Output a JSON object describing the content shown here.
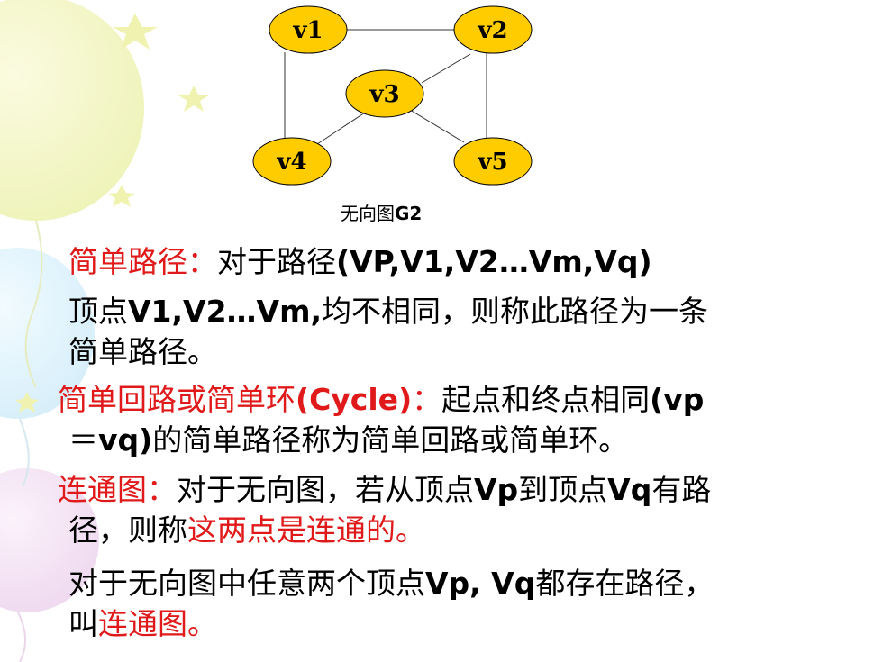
{
  "graph": {
    "nodes": [
      {
        "id": "v1",
        "label": "v1"
      },
      {
        "id": "v2",
        "label": "v2"
      },
      {
        "id": "v3",
        "label": "v3"
      },
      {
        "id": "v4",
        "label": "v4"
      },
      {
        "id": "v5",
        "label": "v5"
      }
    ],
    "edges": [
      [
        "v1",
        "v2"
      ],
      [
        "v1",
        "v4"
      ],
      [
        "v2",
        "v3"
      ],
      [
        "v2",
        "v5"
      ],
      [
        "v3",
        "v4"
      ],
      [
        "v3",
        "v5"
      ]
    ],
    "node_fill": "#ffcc00",
    "node_stroke": "#000000",
    "caption_prefix": "无向图",
    "caption_suffix": "G2"
  },
  "text_color_accent": "#e01a1a",
  "p1": {
    "term": "简单路径：",
    "l1_a": "对于路径",
    "l1_b": "(VP,V1,V2…Vm,Vq)",
    "l2_a": "顶点",
    "l2_b": "V1,V2…Vm,",
    "l2_c": "均不相同，则称此路径为一条",
    "l3": "简单路径。"
  },
  "p2": {
    "term_a": "简单回路或简单环",
    "term_b": "(Cycle)",
    "term_c": "：",
    "l1_a": "起点和终点相同",
    "l1_b": "(vp",
    "l2_a": "＝",
    "l2_b": "vq)",
    "l2_c": "的简单路径称为简单回路或简单环。"
  },
  "p3": {
    "term": "连通图：",
    "l1_a": "对于无向图，若从顶点",
    "l1_b": "Vp",
    "l1_c": "到顶点",
    "l1_d": "Vq",
    "l1_e": "有路",
    "l2_a": "径，则称",
    "l2_b": "这两点是连通的。"
  },
  "p4": {
    "l1_a": "对于无向图中任意两个顶点",
    "l1_b": "Vp, Vq",
    "l1_c": "都存在路径，",
    "l2_a": "叫",
    "l2_b": "连通图。"
  }
}
